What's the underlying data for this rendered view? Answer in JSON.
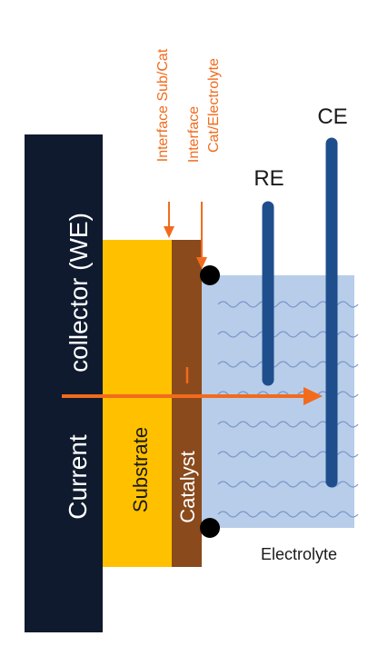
{
  "labels": {
    "current_collector_line1": "Current",
    "current_collector_line2": "collector (WE)",
    "substrate": "Substrate",
    "catalyst": "Catalyst",
    "interface_sub_cat": "Interface Sub/Cat",
    "interface_cat_electrolyte_line1": "Interface",
    "interface_cat_electrolyte_line2": "Cat/Electrolyte",
    "reference_electrode": "RE",
    "counter_electrode": "CE",
    "current_symbol": "I",
    "electrolyte": "Electrolyte"
  },
  "colors": {
    "current_collector": "#0f1a2e",
    "substrate": "#ffc000",
    "catalyst": "#8a4a1c",
    "electrolyte_fill": "#b7cdea",
    "electrolyte_wave": "#7b95c9",
    "electrode_rod": "#1f4e8c",
    "annotation": "#f26b1d",
    "text_dark": "#1a1a1a",
    "text_light": "#ffffff",
    "bubble": "#000000"
  }
}
